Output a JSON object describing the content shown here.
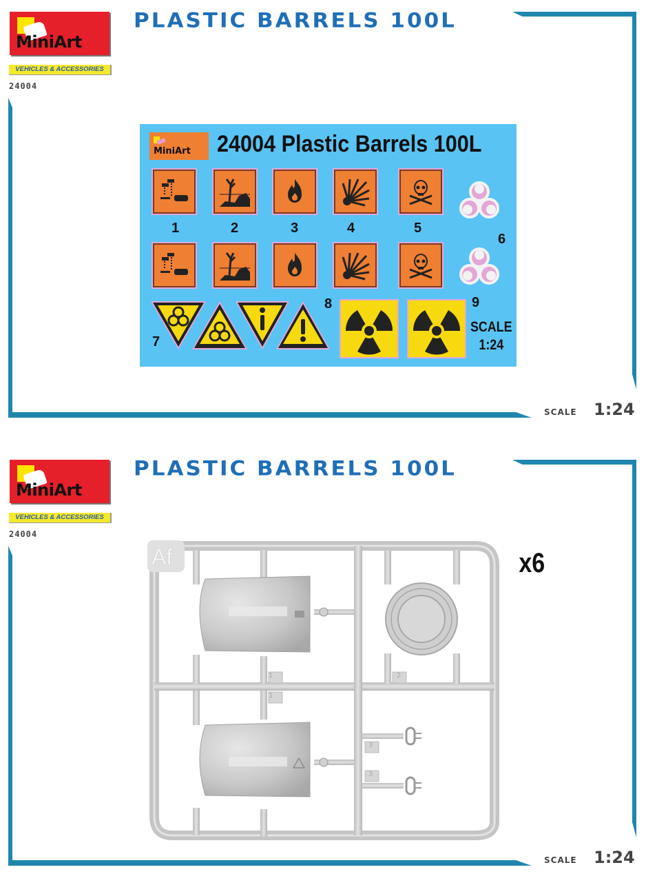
{
  "pages": [
    {
      "brand": {
        "logo_text": "MiniArt",
        "category": "VEHICLES & ACCESSORIES",
        "kit_number": "24004"
      },
      "title": "PLASTIC BARRELS 100L",
      "decal_sheet": {
        "logo_text": "MiniArt",
        "title": "24004 Plastic Barrels 100L",
        "background_color": "#59c3f4",
        "markings": [
          {
            "number": "1",
            "icon": "corrosive-icon",
            "color": "#ef7f33"
          },
          {
            "number": "2",
            "icon": "environmental-hazard-icon",
            "color": "#ef7f33"
          },
          {
            "number": "3",
            "icon": "flammable-icon",
            "color": "#ef7f33"
          },
          {
            "number": "4",
            "icon": "explosive-icon",
            "color": "#ef7f33"
          },
          {
            "number": "5",
            "icon": "toxic-skull-icon",
            "color": "#ef7f33"
          },
          {
            "number": "6",
            "icon": "biohazard-icon",
            "color": "#e3a6d6"
          },
          {
            "number": "7",
            "icon": "biohazard-triangle-icon",
            "color": "#f6d90f"
          },
          {
            "number": "8",
            "icon": "warning-triangle-icon",
            "color": "#f6d90f"
          },
          {
            "number": "9",
            "icon": "radiation-icon",
            "color": "#f6d90f"
          }
        ],
        "scale_label": "SCALE",
        "scale_value": "1:24"
      },
      "footer": {
        "scale_label": "SCALE",
        "scale_value": "1:24"
      }
    },
    {
      "brand": {
        "logo_text": "MiniArt",
        "category": "VEHICLES & ACCESSORIES",
        "kit_number": "24004"
      },
      "title": "PLASTIC BARRELS 100L",
      "sprue": {
        "label": "Af",
        "quantity": "x6",
        "part_numbers": [
          "1",
          "1",
          "2",
          "3",
          "3"
        ]
      },
      "footer": {
        "scale_label": "SCALE",
        "scale_value": "1:24"
      }
    }
  ],
  "colors": {
    "frame": "#1f87ad",
    "title": "#1f6fb6",
    "logo_red": "#e5202a",
    "badge_yellow": "#f4e92b",
    "sprue_gray": "#c9c9c9"
  }
}
